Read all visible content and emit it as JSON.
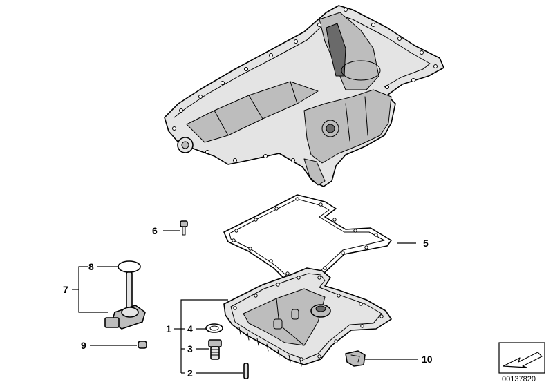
{
  "callouts": {
    "c1": "1",
    "c2": "2",
    "c3": "3",
    "c4": "4",
    "c5": "5",
    "c6": "6",
    "c7": "7",
    "c8": "8",
    "c9": "9",
    "c10": "10"
  },
  "diagram_id": "00137820",
  "icons": {
    "nav": "arrow-icon"
  }
}
